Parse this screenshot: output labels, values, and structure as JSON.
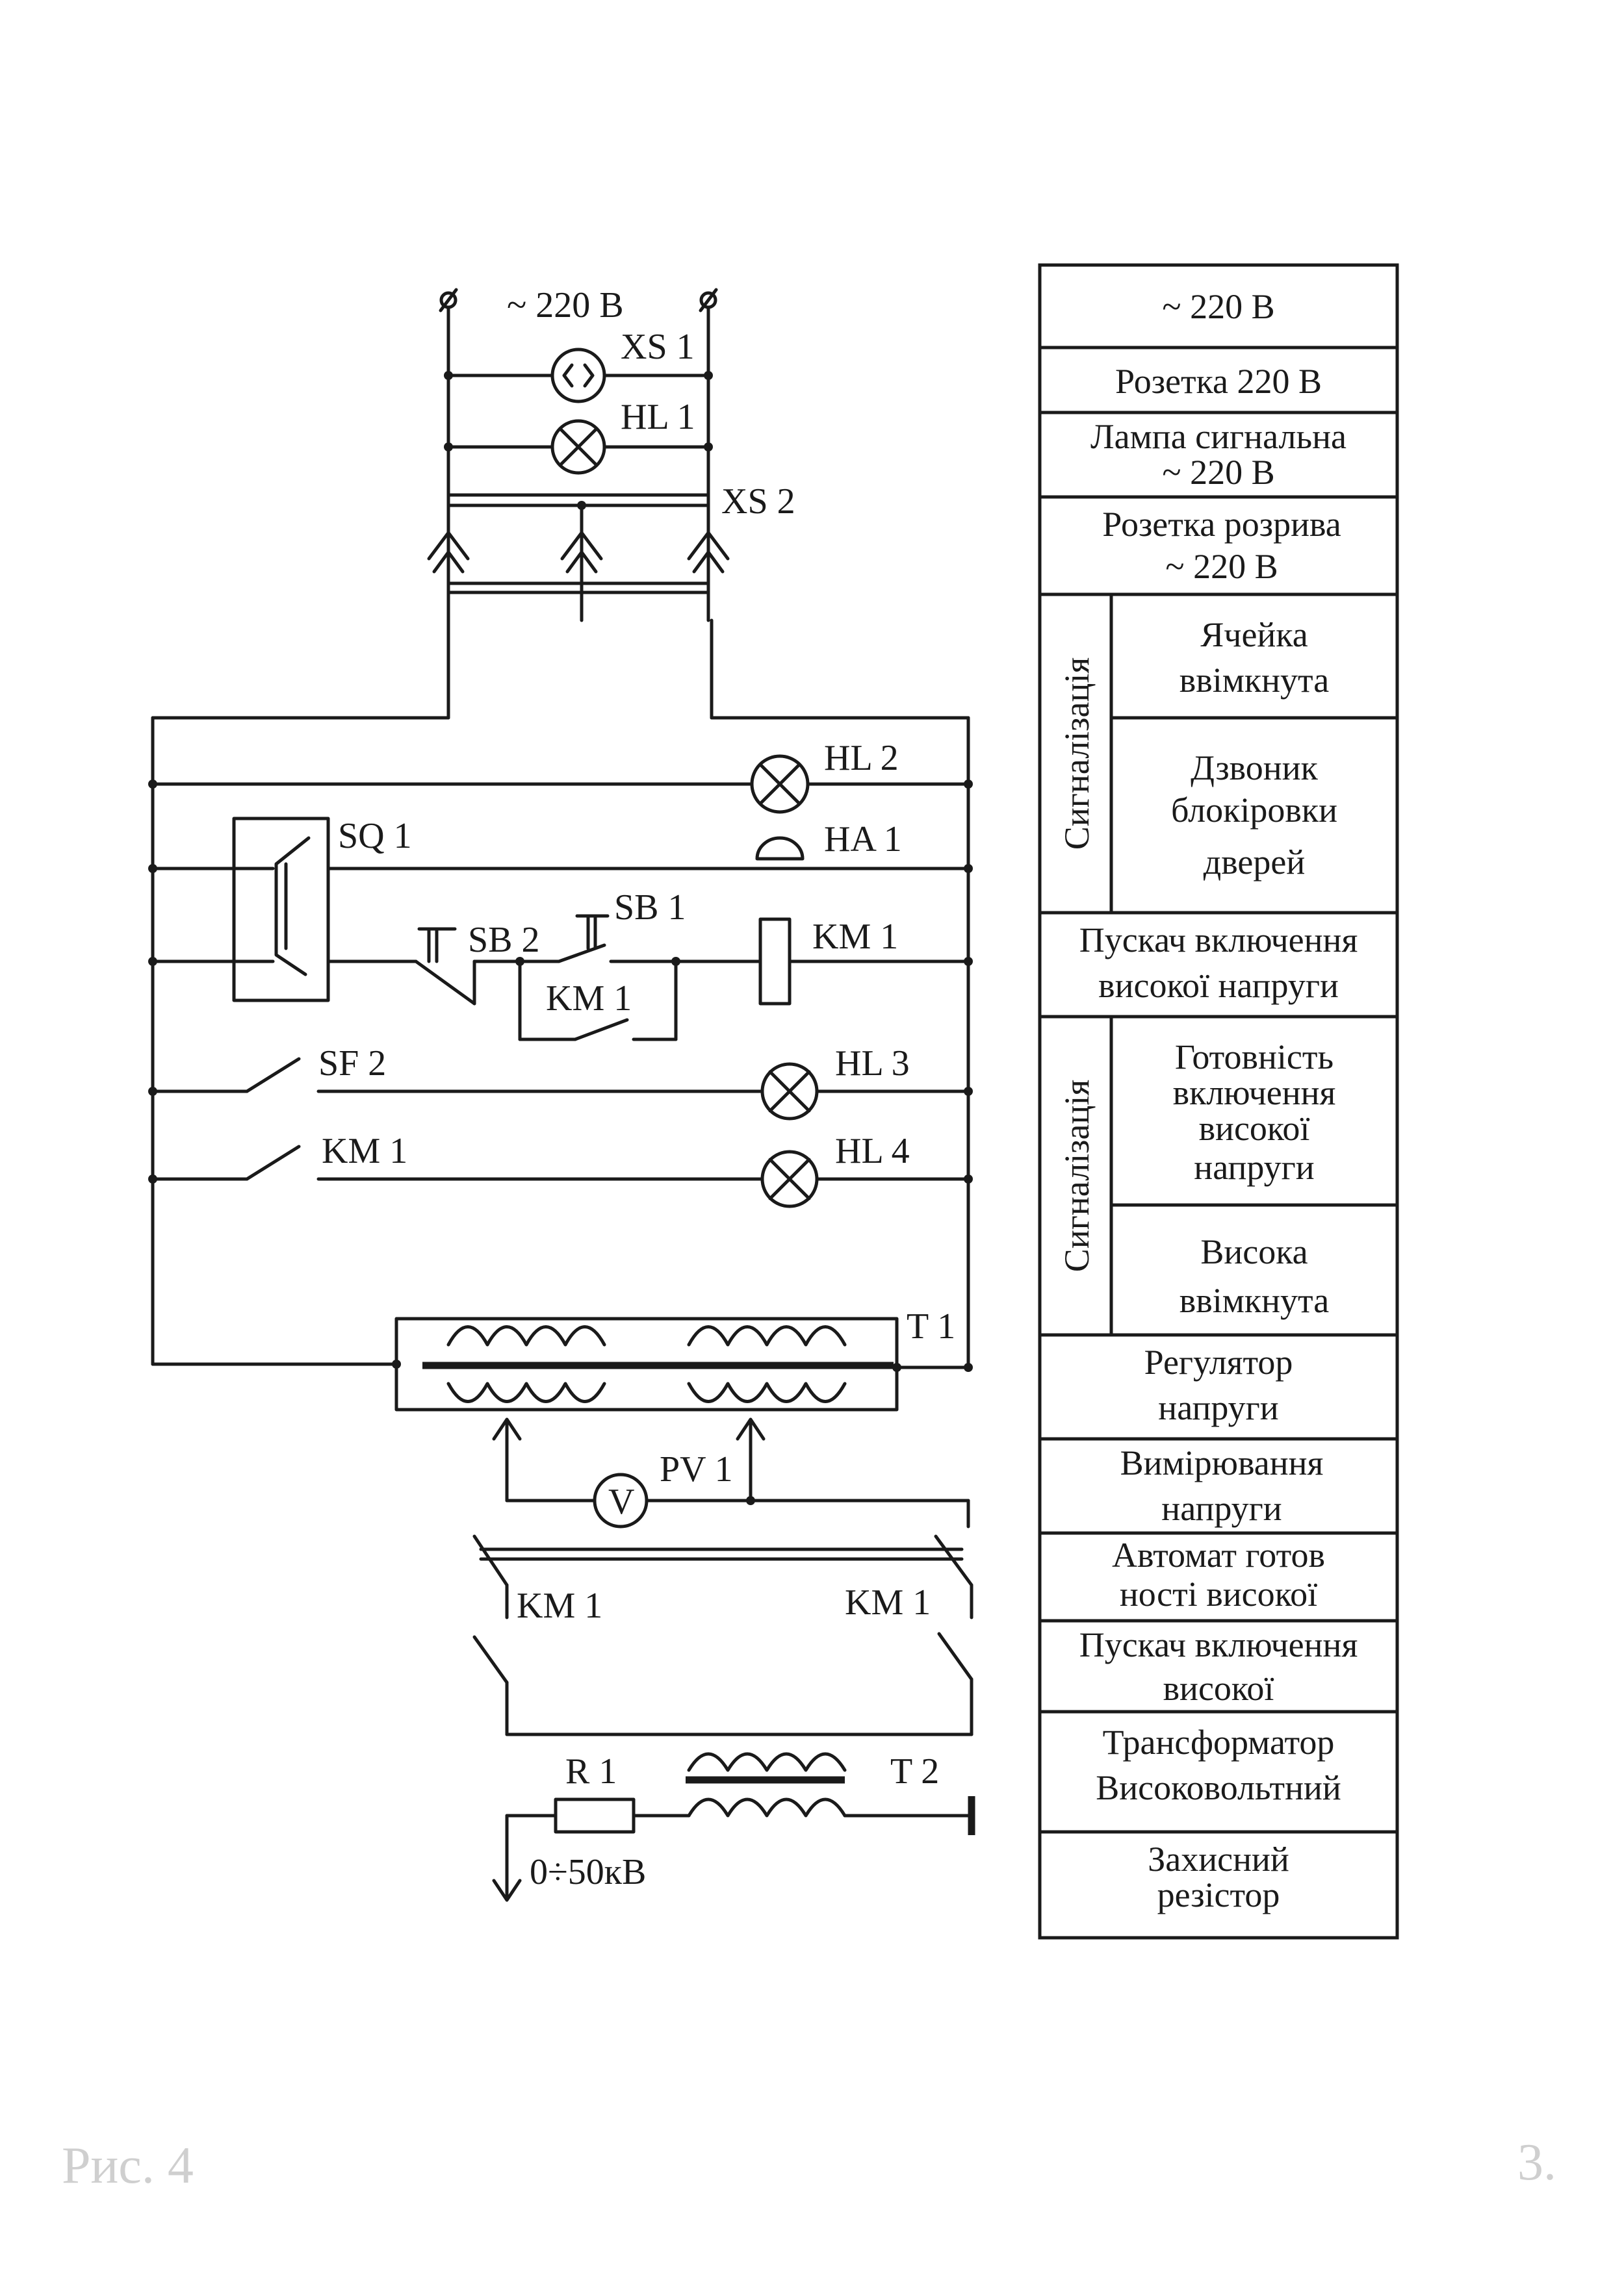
{
  "schematic": {
    "supply": "~ 220 В",
    "xs1": "XS 1",
    "hl1": "HL 1",
    "xs2": "XS 2",
    "hl2": "HL 2",
    "sq1": "SQ 1",
    "ha1": "HA 1",
    "sb1": "SB 1",
    "sb2": "SB 2",
    "km1_coil": "KM 1",
    "km1_aux": "KM 1",
    "sf2": "SF 2",
    "hl3": "HL 3",
    "km1_branch": "KM 1",
    "hl4": "HL 4",
    "t1": "T 1",
    "pv1": "PV 1",
    "voltmeter": "V",
    "km1_left": "KM 1",
    "km1_right": "KM 1",
    "r1": "R 1",
    "t2": "T 2",
    "output": "0÷50кВ"
  },
  "legend": {
    "supply": "~ 220 В",
    "socket": "Розетка 220 В",
    "lamp_l1": "Лампа сигнальна",
    "lamp_l2": "~ 220 В",
    "break_l1": "Розетка розрива",
    "break_l2": "~ 220 В",
    "group1": "Сигналізація",
    "cell_on_l1": "Ячейка",
    "cell_on_l2": "ввімкнута",
    "bell_l1": "Дзвоник",
    "bell_l2": "блокіровки",
    "bell_l3": "дверей",
    "starter_l1": "Пускач включення",
    "starter_l2": "високої напруги",
    "group2": "Сигналізація",
    "ready_l1": "Готовність",
    "ready_l2": "включення",
    "ready_l3": "високої",
    "ready_l4": "напруги",
    "high_on_l1": "Висока",
    "high_on_l2": "ввімкнута",
    "regulator_l1": "Регулятор",
    "regulator_l2": "напруги",
    "measure_l1": "Вимірювання",
    "measure_l2": "напруги",
    "breaker_l1": "Автомат готов",
    "breaker_l2": "ності   високої",
    "starter2_l1": "Пускач включення",
    "starter2_l2": "високої",
    "transformer_l1": "Трансформатор",
    "transformer_l2": "Високовольтний",
    "resistor_l1": "Захисний",
    "resistor_l2": "резістор"
  },
  "page": {
    "corner_note": "Рис. 4",
    "page_number": "3."
  }
}
